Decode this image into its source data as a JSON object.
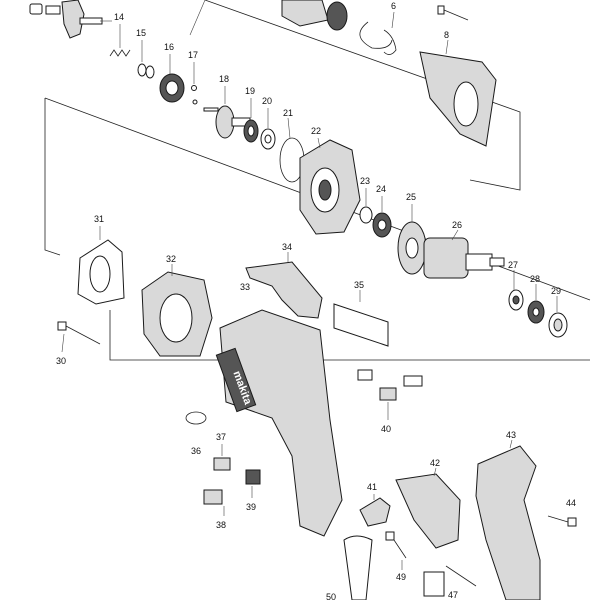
{
  "brand_text": "makita",
  "parts": [
    {
      "id": "p6",
      "label": "6"
    },
    {
      "id": "p8",
      "label": "8"
    },
    {
      "id": "p14",
      "label": "14"
    },
    {
      "id": "p15",
      "label": "15"
    },
    {
      "id": "p16",
      "label": "16"
    },
    {
      "id": "p17",
      "label": "17"
    },
    {
      "id": "p18",
      "label": "18"
    },
    {
      "id": "p19",
      "label": "19"
    },
    {
      "id": "p20",
      "label": "20"
    },
    {
      "id": "p21",
      "label": "21"
    },
    {
      "id": "p22",
      "label": "22"
    },
    {
      "id": "p23",
      "label": "23"
    },
    {
      "id": "p24",
      "label": "24"
    },
    {
      "id": "p25",
      "label": "25"
    },
    {
      "id": "p26",
      "label": "26"
    },
    {
      "id": "p27",
      "label": "27"
    },
    {
      "id": "p28",
      "label": "28"
    },
    {
      "id": "p29",
      "label": "29"
    },
    {
      "id": "p30",
      "label": "30"
    },
    {
      "id": "p31",
      "label": "31"
    },
    {
      "id": "p32",
      "label": "32"
    },
    {
      "id": "p33",
      "label": "33"
    },
    {
      "id": "p34",
      "label": "34"
    },
    {
      "id": "p35",
      "label": "35"
    },
    {
      "id": "p36",
      "label": "36"
    },
    {
      "id": "p37",
      "label": "37"
    },
    {
      "id": "p38",
      "label": "38"
    },
    {
      "id": "p39",
      "label": "39"
    },
    {
      "id": "p40",
      "label": "40"
    },
    {
      "id": "p41",
      "label": "41"
    },
    {
      "id": "p42",
      "label": "42"
    },
    {
      "id": "p43",
      "label": "43"
    },
    {
      "id": "p44",
      "label": "44"
    },
    {
      "id": "p47",
      "label": "47"
    },
    {
      "id": "p49",
      "label": "49"
    },
    {
      "id": "p50",
      "label": "50"
    }
  ]
}
